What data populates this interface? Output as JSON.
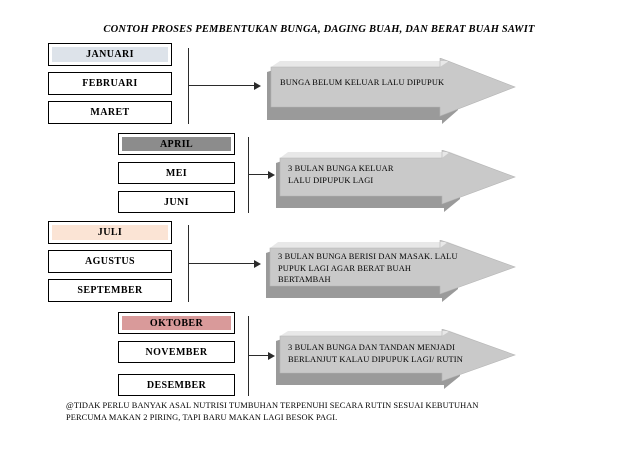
{
  "title": "CONTOH PROSES PEMBENTUKAN BUNGA, DAGING BUAH, DAN BERAT BUAH SAWIT",
  "colors": {
    "januari_fill": "#dde3ea",
    "april_fill": "#8c8c8c",
    "juli_fill": "#fbe4d5",
    "oktober_fill": "#d99a9a",
    "box_border": "#000000",
    "arrow_face": "#c9c9c9",
    "arrow_top": "#e2e2e2",
    "arrow_shadow": "#9a9a9a",
    "connector": "#2b2b2b"
  },
  "groups": [
    {
      "name": "quarter-1",
      "months": [
        {
          "label": "JANUARI",
          "highlighted": true
        },
        {
          "label": "FEBRUARI",
          "highlighted": false
        },
        {
          "label": "MARET",
          "highlighted": false
        }
      ],
      "callout": "BUNGA BELUM KELUAR LALU DIPUPUK"
    },
    {
      "name": "quarter-2",
      "months": [
        {
          "label": "APRIL",
          "highlighted": true
        },
        {
          "label": "MEI",
          "highlighted": false
        },
        {
          "label": "JUNI",
          "highlighted": false
        }
      ],
      "callout": "3 BULAN BUNGA KELUAR\nLALU DIPUPUK LAGI"
    },
    {
      "name": "quarter-3",
      "months": [
        {
          "label": "JULI",
          "highlighted": true
        },
        {
          "label": "AGUSTUS",
          "highlighted": false
        },
        {
          "label": "SEPTEMBER",
          "highlighted": false
        }
      ],
      "callout": "3 BULAN BUNGA BERISI DAN MASAK. LALU\nPUPUK LAGI AGAR BERAT BUAH\nBERTAMBAH"
    },
    {
      "name": "quarter-4",
      "months": [
        {
          "label": "OKTOBER",
          "highlighted": true
        },
        {
          "label": "NOVEMBER",
          "highlighted": false
        },
        {
          "label": "DESEMBER",
          "highlighted": false
        }
      ],
      "callout": "3 BULAN BUNGA DAN TANDAN MENJADI\nBERLANJUT KALAU DIPUPUK LAGI/ RUTIN"
    }
  ],
  "footnote": "@TIDAK PERLU BANYAK ASAL NUTRISI TUMBUHAN TERPENUHI SECARA RUTIN SESUAI KEBUTUHAN\nPERCUMA MAKAN 2 PIRING, TAPI BARU MAKAN LAGI BESOK PAGI."
}
